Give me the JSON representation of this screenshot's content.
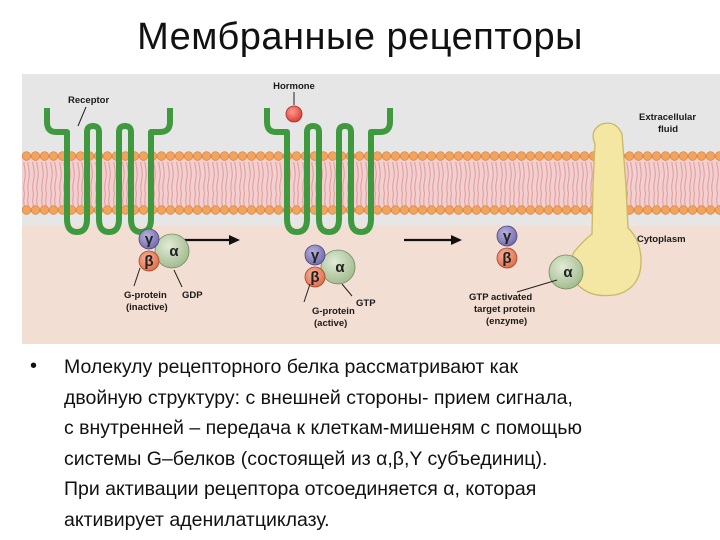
{
  "slide": {
    "title": "Мембранные рецепторы",
    "bullet_marker": "•",
    "bullet_text": "Молекулу рецепторного белка рассматривают как\nдвойную структуру: с внешней стороны- прием сигнала,\nс внутренней – передача к клеткам-мишеням с помощью\nсистемы G–белков (состоящей из α,β,Y субъединиц).\nПри активации рецептора отсоединяется α, которая\nактивирует аденилатциклазу."
  },
  "figure": {
    "labels": {
      "receptor": "Receptor",
      "hormone": "Hormone",
      "extracellular": [
        "Extracellular",
        "fluid"
      ],
      "cytoplasm": "Cytoplasm",
      "gdp": "GDP",
      "gtp": "GTP",
      "gprotein_inactive": [
        "G-protein",
        "(inactive)"
      ],
      "gprotein_active": [
        "G-protein",
        "(active)"
      ],
      "target": [
        "GTP activated",
        "target protein",
        "(enzyme)"
      ]
    },
    "subunits": {
      "alpha": "α",
      "beta": "β",
      "gamma": "γ"
    },
    "colors": {
      "membrane_head": "#f2a45c",
      "membrane_tail": "#e7a7a7",
      "receptor": "#3f9a3f",
      "hormone": "#e84f45",
      "alpha": "#b7cda5",
      "beta": "#ec8060",
      "gamma": "#8d86bf",
      "target_protein": "#f4e6a3",
      "background_top": "#e6e6e6",
      "background_bottom": "#f2ded2"
    }
  }
}
